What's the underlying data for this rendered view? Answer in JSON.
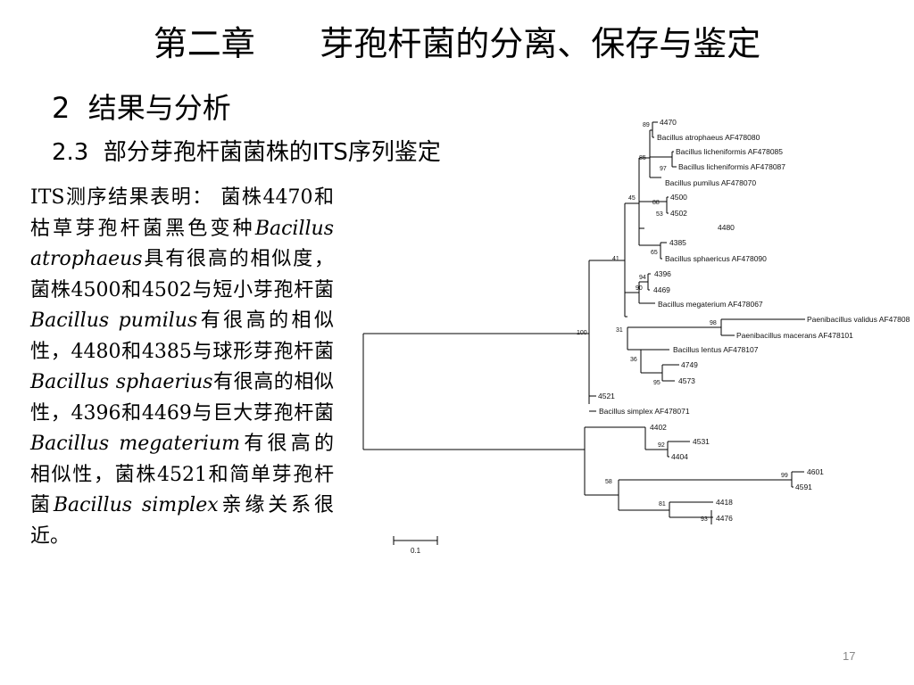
{
  "slide": {
    "title": "第二章      芽孢杆菌的分离、保存与鉴定",
    "section": "2  结果与分析",
    "subsection": "2.3  部分芽孢杆菌菌株的ITS序列鉴定",
    "page_number": "17"
  },
  "body": [
    {
      "t": "ITS测序结果表明： 菌株4470和枯草芽孢杆菌黑色变种"
    },
    {
      "t": "Bacillus atrophaeus",
      "i": true
    },
    {
      "t": "具有很高的相似度，菌株4500和4502与短小芽孢杆菌"
    },
    {
      "t": "Bacillus pumilus",
      "i": true
    },
    {
      "t": "有很高的相似性，4480和4385与球形芽孢杆菌"
    },
    {
      "t": "Bacillus sphaerius",
      "i": true
    },
    {
      "t": "有很高的相似性，4396和4469与巨大芽孢杆菌"
    },
    {
      "t": "Bacillus megaterium",
      "i": true
    },
    {
      "t": "有很高的相似性，菌株4521和简单芽孢杆菌"
    },
    {
      "t": "Bacillus simplex",
      "i": true
    },
    {
      "t": "亲缘关系很近。"
    }
  ],
  "tree": {
    "scale_label": "0.1",
    "leaves": [
      "4470",
      "Bacillus atrophaeus AF478080",
      "Bacillus licheniformis AF478085",
      "Bacillus licheniformis AF478087",
      "Bacillus pumilus AF478070",
      "4500",
      "4502",
      "4480",
      "4385",
      "Bacillus sphaericus  AF478090",
      "4396",
      "4469",
      "Bacillus megaterium AF478067",
      "Paenibacillus validus AF47808",
      "Paenibacillus macerans  AF478101",
      "Bacillus lentus AF478107",
      "4749",
      "4573",
      "4521",
      "Bacillus simplex AF478071",
      "4402",
      "4531",
      "4404",
      "4601",
      "4591",
      "4418",
      "4476"
    ],
    "bootstrap": [
      "89",
      "85",
      "97",
      "45",
      "88",
      "53",
      "65",
      "41",
      "94",
      "90",
      "98",
      "100",
      "31",
      "36",
      "95",
      "92",
      "99",
      "58",
      "81",
      "93"
    ]
  }
}
